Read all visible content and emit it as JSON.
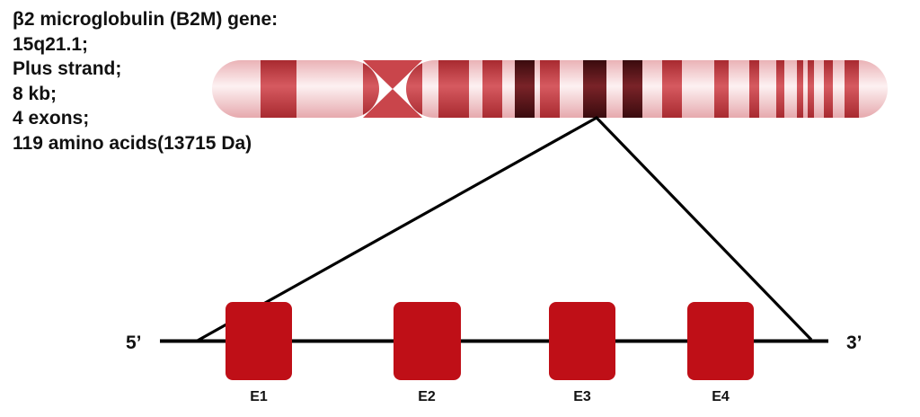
{
  "gene_info": {
    "lines": [
      "β2 microglobulin (B2M) gene:",
      "15q21.1;",
      "Plus strand;",
      "8 kb;",
      "4 exons;",
      "119 amino acids(13715 Da)"
    ]
  },
  "gene_structure": {
    "five_prime_label": "5’",
    "three_prime_label": "3’",
    "exons": [
      {
        "label": "E1"
      },
      {
        "label": "E2"
      },
      {
        "label": "E3"
      },
      {
        "label": "E4"
      }
    ]
  },
  "colors": {
    "chromosome_base": "#f6d2d4",
    "band_red": "#c64147",
    "band_dark": "#5e1418",
    "band_darkest": "#3d0a0e",
    "exon_fill": "#bf0f17",
    "line": "#000000"
  }
}
